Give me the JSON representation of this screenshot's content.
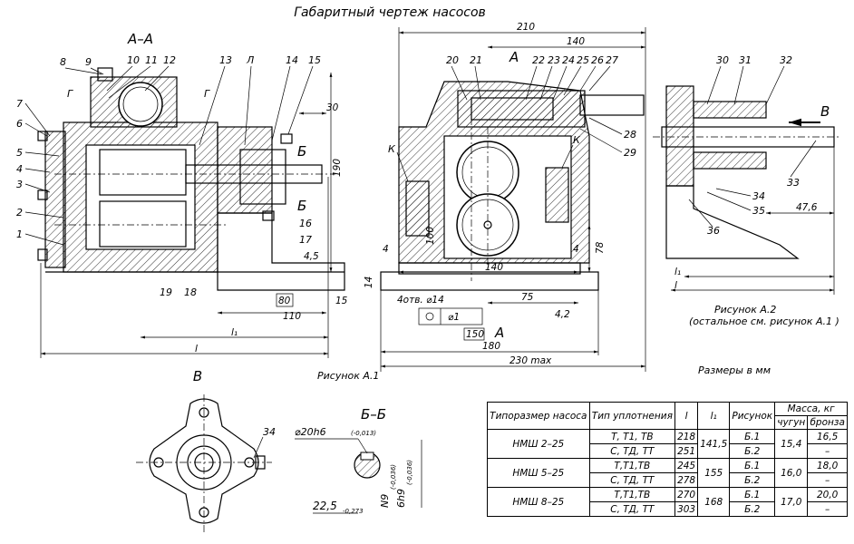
{
  "title": "Габаритный чертеж насосов",
  "section_labels": {
    "aa": "А–А",
    "bb": "Б–Б",
    "v": "В",
    "a_arrow": "А",
    "b_arrow": "Б",
    "v_arrow": "В"
  },
  "callouts_left": [
    "1",
    "2",
    "3",
    "4",
    "5",
    "6",
    "7",
    "8",
    "9",
    "10",
    "11",
    "12",
    "13",
    "Л",
    "14",
    "15",
    "16",
    "17",
    "18",
    "19",
    "Г",
    "Г",
    "Б",
    "Б"
  ],
  "callouts_mid": [
    "20",
    "21",
    "22",
    "23",
    "24",
    "25",
    "26",
    "27",
    "28",
    "29",
    "К",
    "К"
  ],
  "callouts_right": [
    "30",
    "31",
    "32",
    "33",
    "34",
    "35",
    "36"
  ],
  "dims_left": {
    "d30": "30",
    "d190": "190",
    "d4_5": "4,5",
    "d80": "80",
    "d15": "15",
    "d110": "110",
    "dl1": "l₁",
    "dl": "l"
  },
  "dims_mid": {
    "d210": "210",
    "d140": "140",
    "d100": "100",
    "d78": "78",
    "d4a": "4",
    "d4b": "4",
    "d14": "14",
    "d140b": "140",
    "holes": "4отв. ⌀14",
    "d75": "75",
    "tol": "⌀1",
    "d4_2": "4,2",
    "d150": "150",
    "d180": "180",
    "d230": "230 max"
  },
  "dims_right": {
    "d47_6": "47,6",
    "dl1": "l₁",
    "dl": "l"
  },
  "figure_captions": {
    "fig1": "Рисунок А.1",
    "fig2": "Рисунок А.2",
    "fig2_note": "(остальное см. рисунок А.1 )",
    "units": "Размеры в мм"
  },
  "bb_dims": {
    "shaft": "⌀20h6",
    "shaft_tol": "(-0,013)",
    "d22_5": "22,5",
    "d22_5_tol": "-0,273",
    "n9": "N9",
    "n9_tol": "(-0,036)",
    "h9": "6h9",
    "h9_tol": "(-0,036)"
  },
  "v_label": "34",
  "table": {
    "headers": {
      "size": "Типоразмер насоса",
      "seal": "Тип уплотнения",
      "l": "l",
      "l1": "l₁",
      "fig": "Рисунок",
      "mass": "Масса, кг",
      "cast": "чугун",
      "bronze": "бронза"
    },
    "rows": [
      {
        "size": "НМШ 2–25",
        "seal1": "Т, Т1, ТВ",
        "seal2": "С, ТД, ТТ",
        "l1v": "218",
        "l2v": "251",
        "l1": "141,5",
        "fig1": "Б.1",
        "fig2": "Б.2",
        "cast": "15,4",
        "br1": "16,5",
        "br2": "–"
      },
      {
        "size": "НМШ 5–25",
        "seal1": "Т,Т1,ТВ",
        "seal2": "С, ТД, ТТ",
        "l1v": "245",
        "l2v": "278",
        "l1": "155",
        "fig1": "Б.1",
        "fig2": "Б.2",
        "cast": "16,0",
        "br1": "18,0",
        "br2": "–"
      },
      {
        "size": "НМШ 8–25",
        "seal1": "Т,Т1,ТВ",
        "seal2": "С, ТД, ТТ",
        "l1v": "270",
        "l2v": "303",
        "l1": "168",
        "fig1": "Б.1",
        "fig2": "Б.2",
        "cast": "17,0",
        "br1": "20,0",
        "br2": "–"
      }
    ]
  }
}
